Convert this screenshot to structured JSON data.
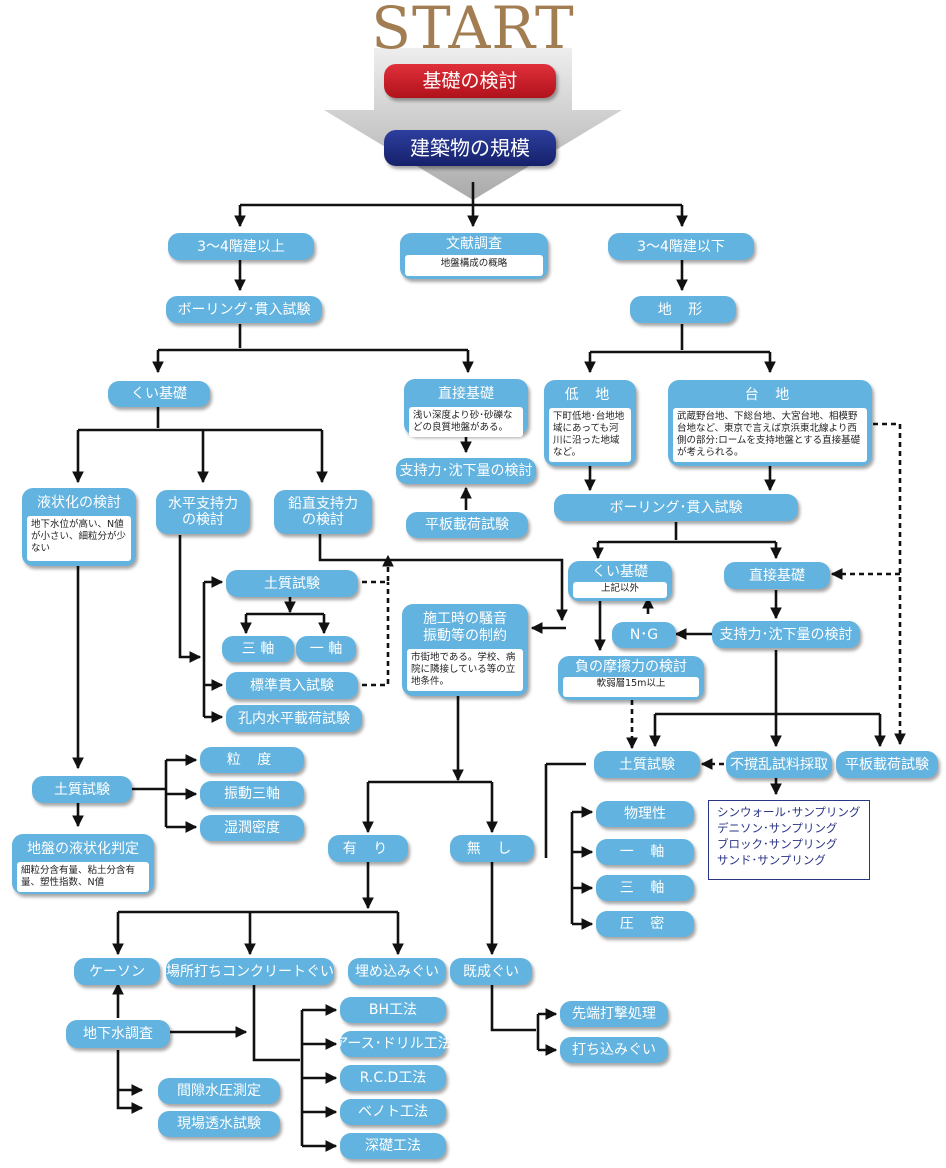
{
  "title": "START",
  "start_flow": {
    "foundation_review": "基礎の検討",
    "building_scale": "建築物の規模"
  },
  "level1": {
    "over_3_4": "3～4階建以上",
    "literature": "文献調査",
    "literature_note": "地盤構成の概略",
    "under_3_4": "3～4階建以下"
  },
  "left": {
    "boring": "ボーリング･貫入試験",
    "pile": "くい基礎",
    "direct": "直接基礎",
    "direct_note": "浅い深度より砂･砂礫などの良質地盤がある。",
    "bearing": "支持力･沈下量の検討",
    "plate": "平板載荷試験",
    "liq": "液状化の検討",
    "liq_note": "地下水位が高い、N値が小さい、細粒分が少ない",
    "horiz": "水平支持力\nの検討",
    "vert": "鉛直支持力\nの検討",
    "soil": "土質試験",
    "triaxial": "三 軸",
    "uniaxial": "一 軸",
    "spt": "標準貫入試験",
    "borehole": "孔内水平載荷試験",
    "soil2": "土質試験",
    "grain": "粒 度",
    "vib_tri": "振動三軸",
    "wet_density": "湿潤密度",
    "liq_judge": "地盤の液状化判定",
    "liq_judge_note": "細粒分含有量、粘土分含有量、塑性指数、N値"
  },
  "center": {
    "noise": "施工時の騒音\n振動等の制約",
    "noise_note": "市街地である。学校、病院に隣接している等の立地条件。",
    "yes": "有 り",
    "no": "無 し"
  },
  "right": {
    "terrain": "地 形",
    "lowland": "低 地",
    "lowland_note": "下町低地･台地地域にあっても河川に沿った地域など。",
    "upland": "台 地",
    "upland_note": "武蔵野台地、下総台地、大宮台地、相模野台地など、東京で言えば京浜東北線より西側の部分:ロームを支持地盤とする直接基礎が考えられる。",
    "boring": "ボーリング･貫入試験",
    "pile": "くい基礎",
    "pile_note": "上記以外",
    "direct": "直接基礎",
    "ng": "N･G",
    "bearing": "支持力･沈下量の検討",
    "neg": "負の摩擦力の検討",
    "neg_note": "軟弱層15m以上",
    "soil": "土質試験",
    "undisturbed": "不撹乱試料採取",
    "plate": "平板載荷試験",
    "samplers": [
      "シンウォール･サンプリング",
      "デニソン･サンプリング",
      "ブロック･サンプリング",
      "サンド･サンプリング"
    ],
    "physical": "物理性",
    "uniaxial": "一 軸",
    "triaxial": "三 軸",
    "consolidation": "圧 密"
  },
  "bottom": {
    "caisson": "ケーソン",
    "cast_in_place": "場所打ちコンクリートぐい",
    "embedded": "埋め込みぐい",
    "precast": "既成ぐい",
    "groundwater": "地下水調査",
    "pore_pressure": "間隙水圧測定",
    "permeability": "現場透水試験",
    "bh": "BH工法",
    "earth_drill": "アース･ドリル工法",
    "rcd": "R.C.D工法",
    "benoto": "ベノト工法",
    "deep": "深礎工法",
    "tip_driving": "先端打撃処理",
    "driven": "打ち込みぐい"
  },
  "colors": {
    "box": "#62b3df",
    "start_text": "#a37d52",
    "red": "#c81e28",
    "navy": "#1f2b82",
    "line": "#111111",
    "note_border": "#2a3585"
  }
}
